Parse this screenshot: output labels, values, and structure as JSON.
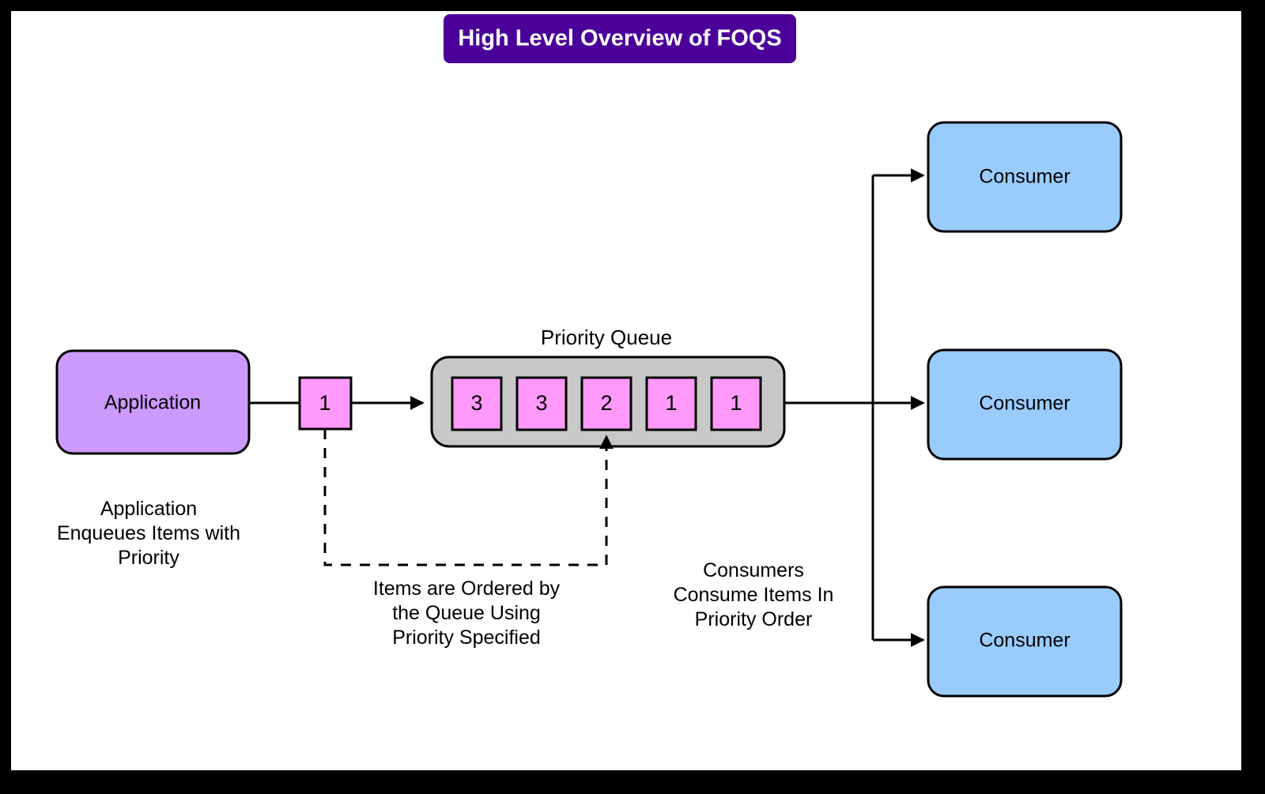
{
  "banner": {
    "title": "High Level Overview of FOQS",
    "bg_color": "#4b0099",
    "text_color": "#ffffff"
  },
  "colors": {
    "application": "#cc99fc",
    "item": "#ff99fa",
    "queue_container": "#c8c8c8",
    "consumer": "#99ccfd",
    "stroke": "#000000",
    "canvas": "#ffffff",
    "frame": "#000000"
  },
  "nodes": {
    "application": {
      "label": "Application"
    },
    "incoming_item": {
      "label": "1"
    },
    "queue": {
      "title": "Priority Queue",
      "items": [
        {
          "label": "3"
        },
        {
          "label": "3"
        },
        {
          "label": "2"
        },
        {
          "label": "1"
        },
        {
          "label": "1"
        }
      ]
    },
    "consumers": [
      {
        "label": "Consumer"
      },
      {
        "label": "Consumer"
      },
      {
        "label": "Consumer"
      }
    ]
  },
  "captions": {
    "application": {
      "lines": [
        "Application",
        "Enqueues Items with",
        "Priority"
      ]
    },
    "ordering": {
      "lines": [
        "Items are Ordered by",
        "the Queue Using",
        "Priority Specified"
      ]
    },
    "consumers": {
      "lines": [
        "Consumers",
        "Consume Items In",
        "Priority Order"
      ]
    }
  },
  "chart_data": {
    "type": "diagram",
    "title": "High Level Overview of FOQS",
    "flow": [
      "Application enqueues item with priority 1",
      "Item enters Priority Queue",
      "Priority Queue orders items: 3, 3, 2, 1, 1",
      "Consumers consume items in priority order"
    ],
    "queue_contents": [
      3,
      3,
      2,
      1,
      1
    ]
  }
}
